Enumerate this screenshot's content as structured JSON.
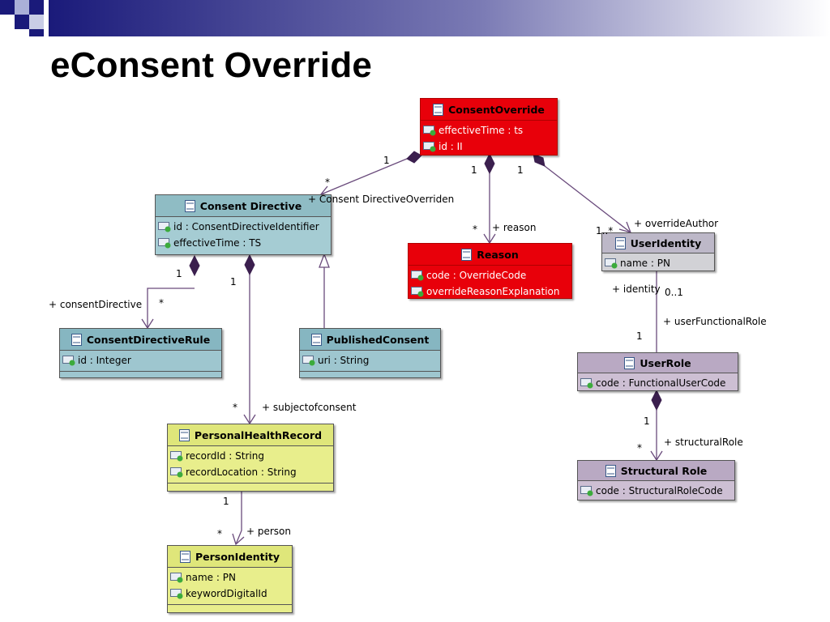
{
  "slide": {
    "title": "eConsent Override"
  },
  "classes": {
    "consent_override": {
      "name": "ConsentOverride",
      "attrs": [
        "effectiveTime : ts",
        "id : II"
      ]
    },
    "consent_directive": {
      "name": "Consent Directive",
      "attrs": [
        "id : ConsentDirectiveIdentifier",
        "effectiveTime : TS"
      ]
    },
    "reason": {
      "name": "Reason",
      "attrs": [
        "code : OverrideCode",
        "overrideReasonExplanation"
      ]
    },
    "user_identity": {
      "name": "UserIdentity",
      "attrs": [
        "name : PN"
      ]
    },
    "consent_directive_rule": {
      "name": "ConsentDirectiveRule",
      "attrs": [
        "id : Integer"
      ]
    },
    "published_consent": {
      "name": "PublishedConsent",
      "attrs": [
        "uri : String"
      ]
    },
    "user_role": {
      "name": "UserRole",
      "attrs": [
        "code : FunctionalUserCode"
      ]
    },
    "personal_health_record": {
      "name": "PersonalHealthRecord",
      "attrs": [
        "recordId : String",
        "recordLocation : String"
      ]
    },
    "structural_role": {
      "name": "Structural Role",
      "attrs": [
        "code : StructuralRoleCode"
      ]
    },
    "person_identity": {
      "name": "PersonIdentity",
      "attrs": [
        "name : PN",
        "keywordDigitalId"
      ]
    }
  },
  "labels": {
    "override_directive_src": "1",
    "override_directive_dst": "*",
    "override_directive_role": "+ Consent DirectiveOverriden",
    "override_reason_src": "1",
    "override_reason_dst": "*",
    "override_reason_role": "+ reason",
    "override_author_src": "1",
    "override_author_dst": "1..*",
    "override_author_role": "+ overrideAuthor",
    "directive_rule_src": "1",
    "directive_rule_dst": "*",
    "directive_rule_role": "+ consentDirective",
    "directive_phr_src": "1",
    "directive_phr_dst": "*",
    "directive_phr_role": "+ subjectofconsent",
    "identity_role_identity": "+ identity",
    "identity_role_mult": "0..1",
    "identity_role_role": "+ userFunctionalRole",
    "identity_role_dst": "1",
    "role_structural_src": "1",
    "role_structural_dst": "*",
    "role_structural_role": "+ structuralRole",
    "phr_person_src": "1",
    "phr_person_dst": "*",
    "phr_person_role": "+ person"
  },
  "colors": {
    "red": "#e8000a",
    "teal": "#a5ccd3",
    "yellow": "#e8ee8c",
    "purple": "#cdbfd3",
    "line": "#6a4b7c"
  }
}
